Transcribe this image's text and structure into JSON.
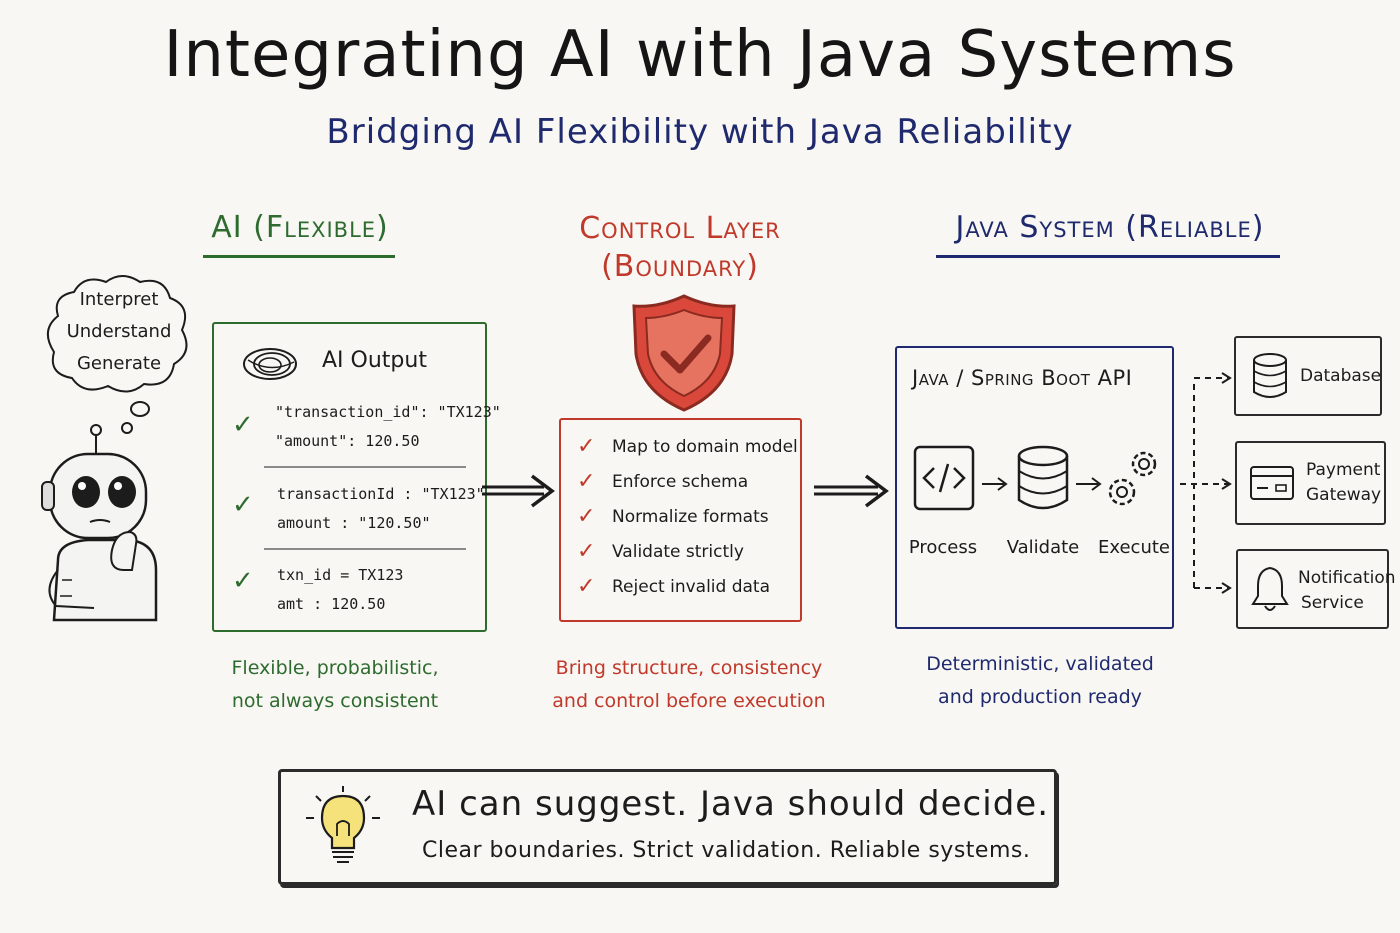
{
  "title": "Integrating AI with Java Systems",
  "subtitle": "Bridging AI Flexibility with Java Reliability",
  "columns": {
    "ai": {
      "heading": "AI (Flexible)",
      "caption_lines": [
        "Flexible, probabilistic,",
        "not always consistent"
      ]
    },
    "control": {
      "heading_line1": "Control Layer",
      "heading_line2": "(Boundary)",
      "caption_lines": [
        "Bring structure, consistency",
        "and control before execution"
      ]
    },
    "java": {
      "heading": "Java System (Reliable)",
      "caption_lines": [
        "Deterministic, validated",
        "and production ready"
      ]
    }
  },
  "thought_bubble": [
    "Interpret",
    "Understand",
    "Generate"
  ],
  "ai_output": {
    "title": "AI Output",
    "variants": [
      {
        "lines": [
          "\"transaction_id\": \"TX123\"",
          "\"amount\":  120.50"
        ]
      },
      {
        "lines": [
          "transactionId : \"TX123\"",
          "amount : \"120.50\""
        ]
      },
      {
        "lines": [
          "txn_id  =  TX123",
          "amt : 120.50"
        ]
      }
    ]
  },
  "control_layer": {
    "items": [
      "Map to domain model",
      "Enforce schema",
      "Normalize formats",
      "Validate strictly",
      "Reject invalid data"
    ]
  },
  "java_system": {
    "title": "Java / Spring Boot API",
    "steps": [
      "Process",
      "Validate",
      "Execute"
    ]
  },
  "targets": [
    {
      "lines": [
        "Database"
      ],
      "icon": "database-icon"
    },
    {
      "lines": [
        "Payment",
        "Gateway"
      ],
      "icon": "credit-card-icon"
    },
    {
      "lines": [
        "Notification",
        "Service"
      ],
      "icon": "bell-icon"
    }
  ],
  "bottom": {
    "main": "AI can suggest. Java should decide.",
    "sub": "Clear boundaries. Strict validation. Reliable systems."
  },
  "colors": {
    "ai": "#2e6b2e",
    "control": "#c0392b",
    "java": "#1f2a6e",
    "ink": "#1c1c1c"
  }
}
